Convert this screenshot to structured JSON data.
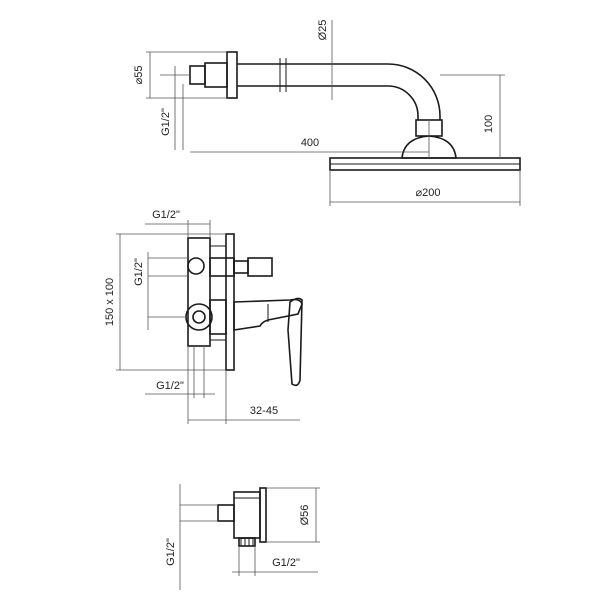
{
  "shower_arm": {
    "dia_wall": "⌀55",
    "dia_pipe": "Ø25",
    "thread": "G1/2\"",
    "length": "400",
    "height": "100",
    "head_size": "⌀200"
  },
  "mixer": {
    "thread_top": "G1/2\"",
    "thread_side": "G1/2\"",
    "thread_bottom": "G1/2\"",
    "box_size": "150 x 100",
    "depth": "32-45"
  },
  "elbow": {
    "dia": "Ø56",
    "thread_left": "G1/2\"",
    "thread_bottom": "G1/2\""
  }
}
